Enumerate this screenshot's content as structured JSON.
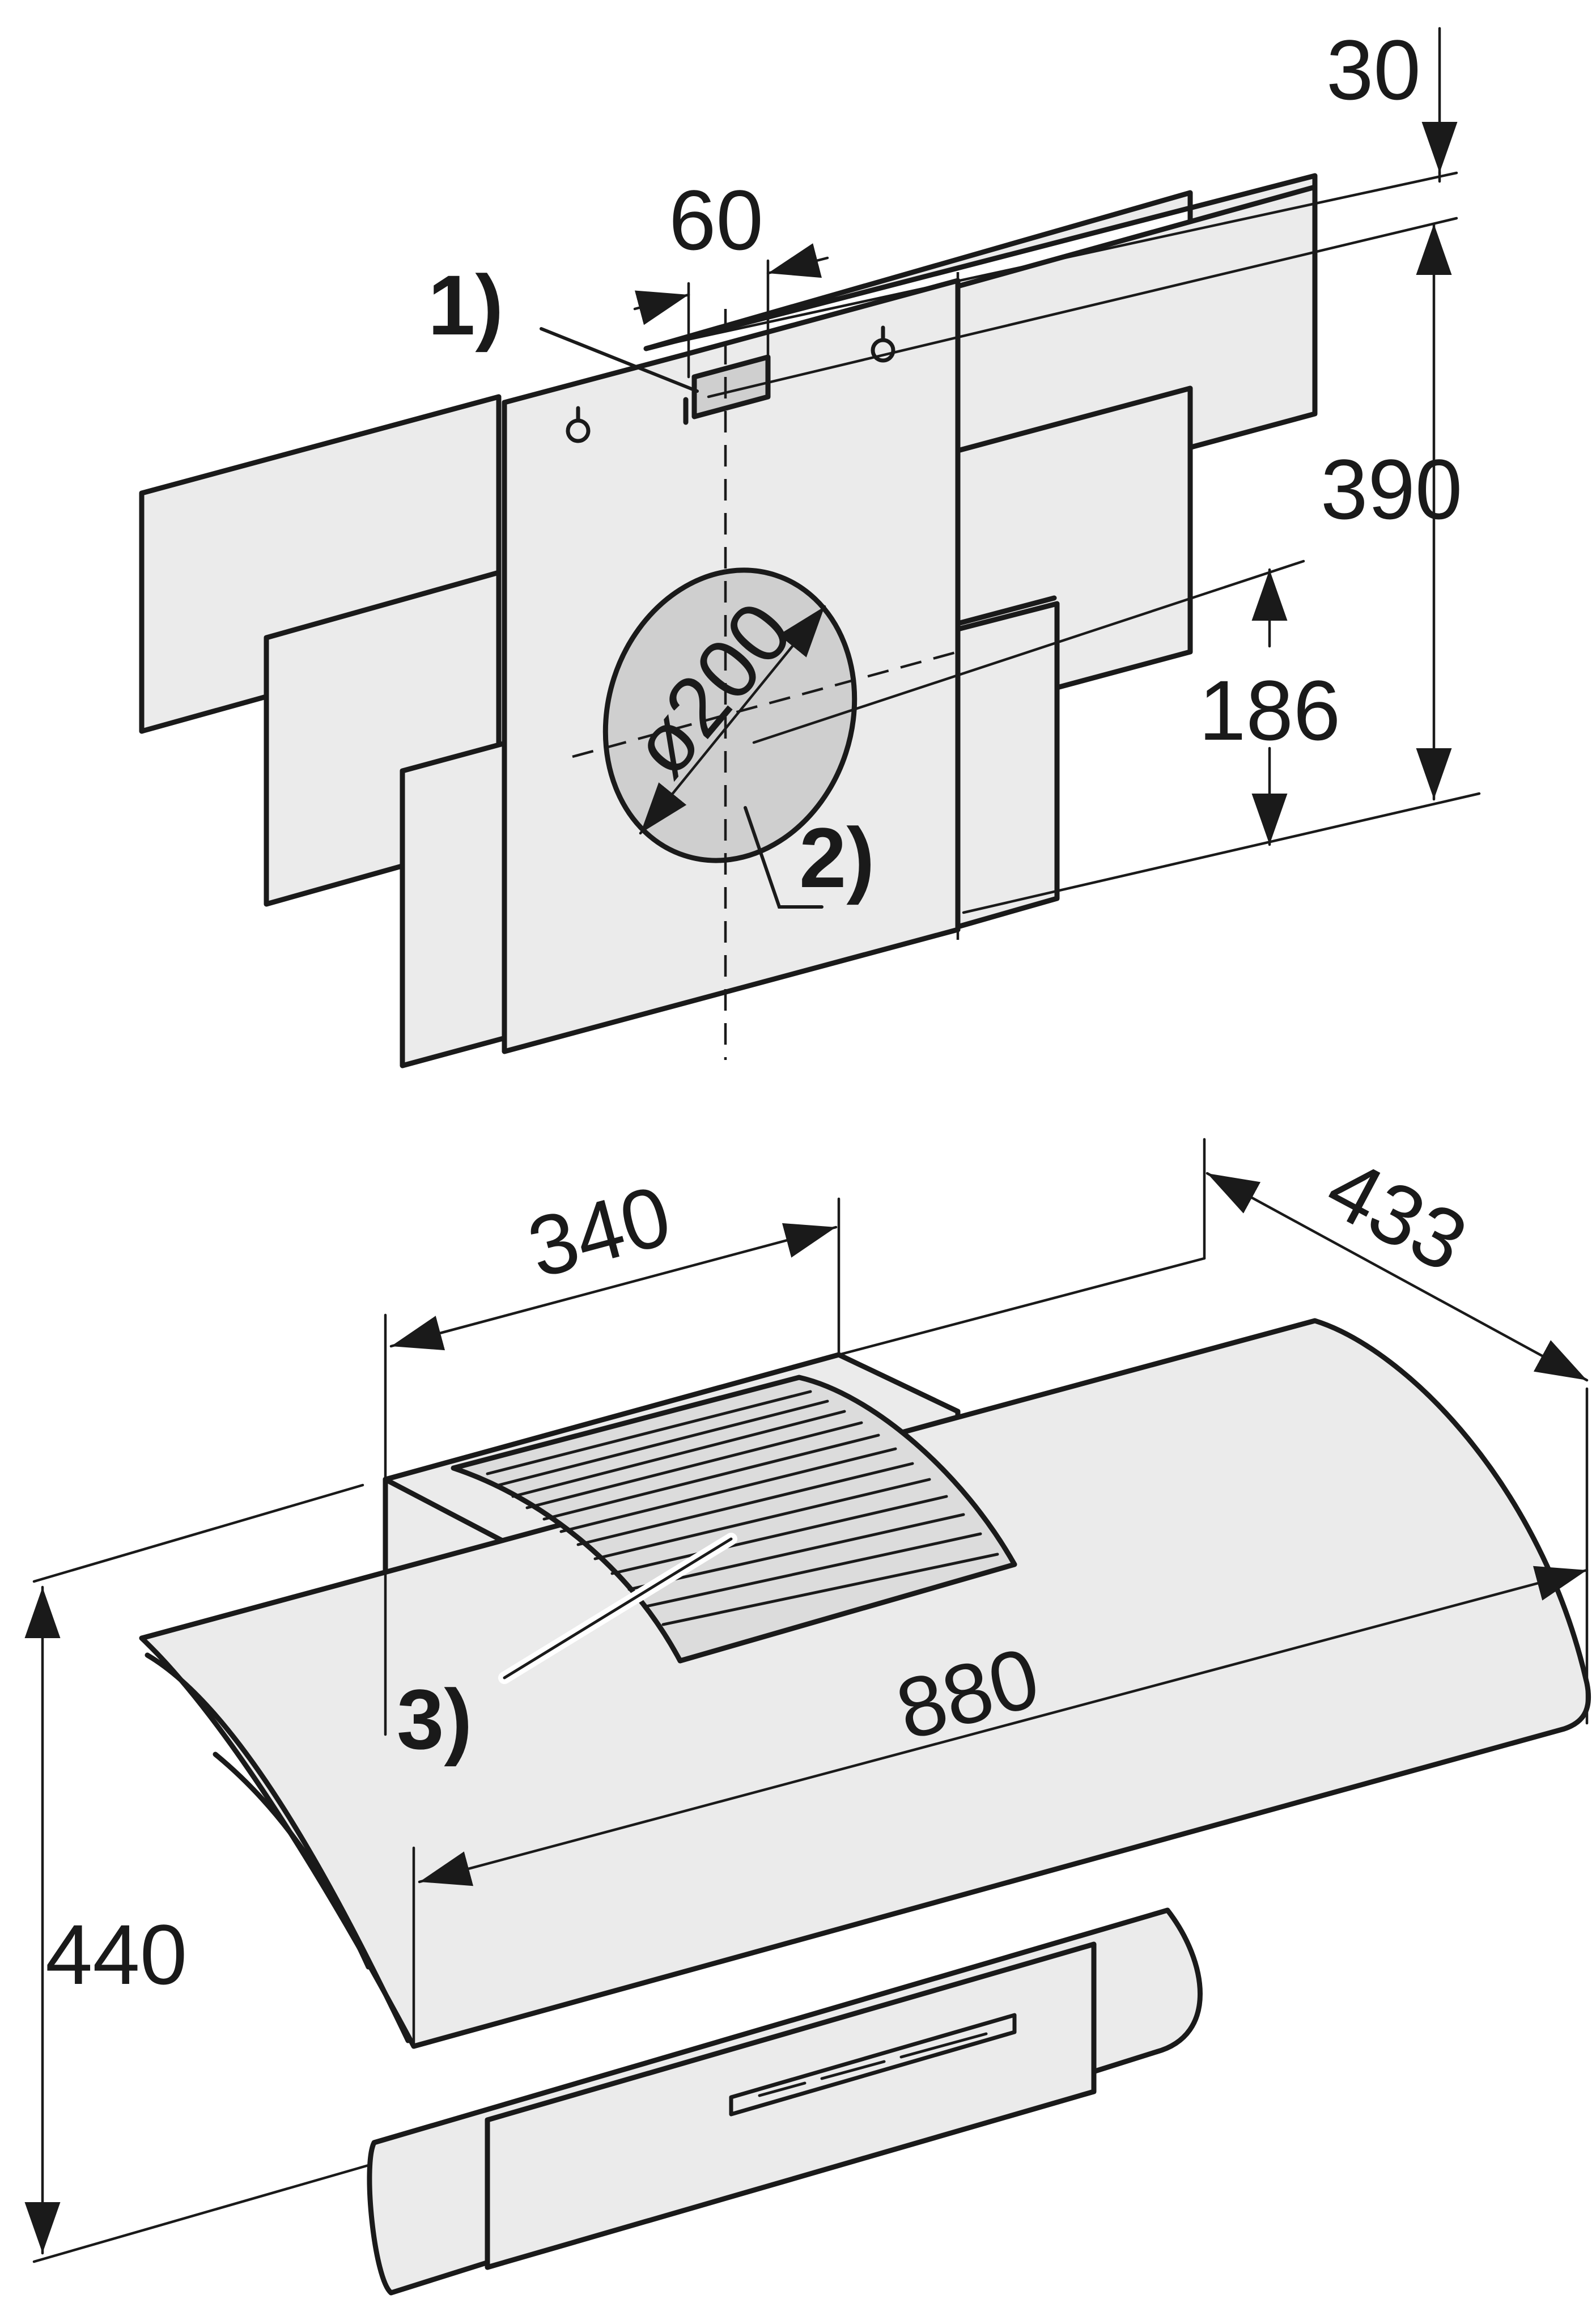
{
  "mounting_plate": {
    "dimensions": {
      "top_offset": "30",
      "bracket_width": "60",
      "plate_height": "390",
      "duct_center_height": "186",
      "duct_diameter": "ø200"
    },
    "callouts": {
      "bracket": "1)",
      "duct_opening": "2)"
    }
  },
  "hood": {
    "dimensions": {
      "chimney_width": "340",
      "depth": "433",
      "width": "880",
      "height": "440"
    },
    "callouts": {
      "grille": "3)"
    }
  }
}
